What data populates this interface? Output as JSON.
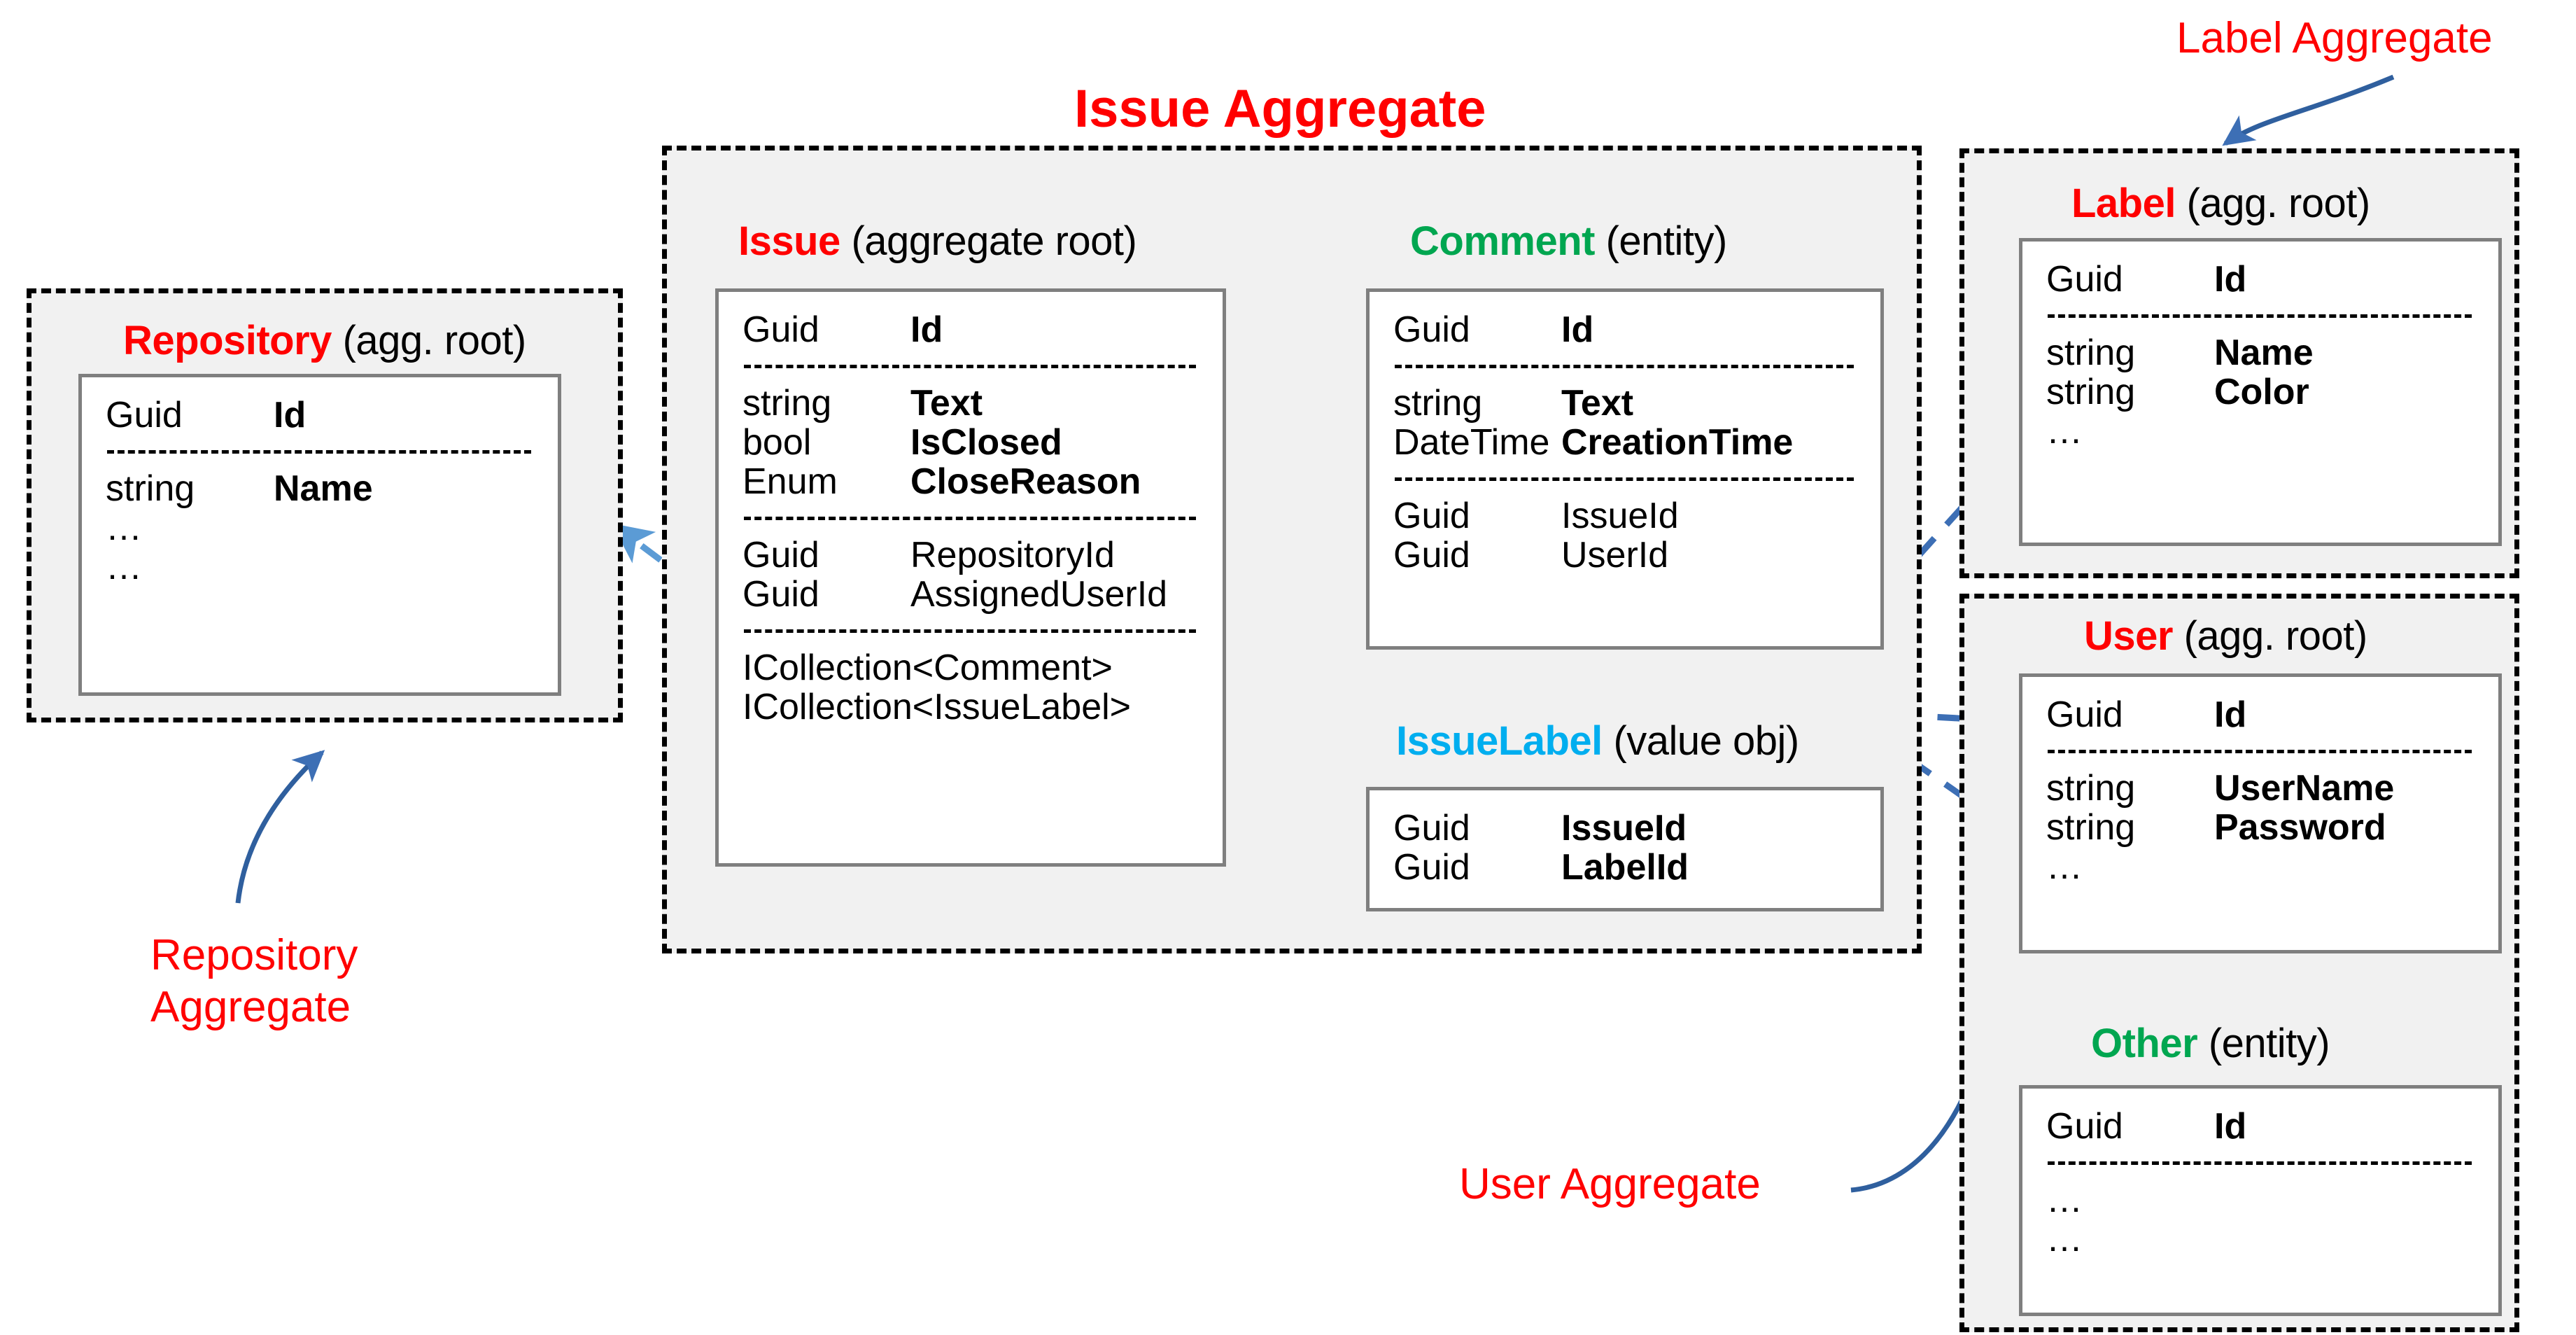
{
  "diagram": {
    "title": "Issue Aggregate",
    "annotations": {
      "repository_aggregate": "Repository\nAggregate",
      "label_aggregate": "Label Aggregate",
      "user_aggregate": "User Aggregate"
    },
    "colors": {
      "aggregate_root": "#ff0000",
      "entity": "#00a650",
      "value_object": "#00aeef",
      "arrow_light": "#5b9bd5",
      "arrow_dark": "#3d6fb5",
      "container_fill": "#f1f1f1",
      "card_border": "#7f7f7f"
    }
  },
  "entities": {
    "repository": {
      "name": "Repository",
      "kind": "(agg. root)",
      "groups": [
        [
          {
            "type": "Guid",
            "field": "Id",
            "bold": true
          }
        ],
        [
          {
            "type": "string",
            "field": "Name",
            "bold": true
          },
          {
            "type": "…",
            "field": "",
            "bold": false
          },
          {
            "type": "…",
            "field": "",
            "bold": false
          }
        ]
      ]
    },
    "issue": {
      "name": "Issue",
      "kind": "(aggregate root)",
      "groups": [
        [
          {
            "type": "Guid",
            "field": "Id",
            "bold": true
          }
        ],
        [
          {
            "type": "string",
            "field": "Text",
            "bold": true
          },
          {
            "type": "bool",
            "field": "IsClosed",
            "bold": true
          },
          {
            "type": "Enum",
            "field": "CloseReason",
            "bold": true
          }
        ],
        [
          {
            "type": "Guid",
            "field": "RepositoryId",
            "bold": false
          },
          {
            "type": "Guid",
            "field": "AssignedUserId",
            "bold": false
          }
        ],
        [
          {
            "type": "ICollection<Comment>",
            "field": "",
            "bold": false,
            "wide": true
          },
          {
            "type": "ICollection<IssueLabel>",
            "field": "",
            "bold": false,
            "wide": true
          }
        ]
      ]
    },
    "comment": {
      "name": "Comment",
      "kind": "(entity)",
      "groups": [
        [
          {
            "type": "Guid",
            "field": "Id",
            "bold": true
          }
        ],
        [
          {
            "type": "string",
            "field": "Text",
            "bold": true
          },
          {
            "type": "DateTime",
            "field": "CreationTime",
            "bold": true
          }
        ],
        [
          {
            "type": "Guid",
            "field": "IssueId",
            "bold": false
          },
          {
            "type": "Guid",
            "field": "UserId",
            "bold": false
          }
        ]
      ]
    },
    "issuelabel": {
      "name": "IssueLabel",
      "kind": "(value obj)",
      "groups": [
        [
          {
            "type": "Guid",
            "field": "IssueId",
            "bold": true
          },
          {
            "type": "Guid",
            "field": "LabelId",
            "bold": true
          }
        ]
      ]
    },
    "label": {
      "name": "Label",
      "kind": "(agg. root)",
      "groups": [
        [
          {
            "type": "Guid",
            "field": "Id",
            "bold": true
          }
        ],
        [
          {
            "type": "string",
            "field": "Name",
            "bold": true
          },
          {
            "type": "string",
            "field": "Color",
            "bold": true
          },
          {
            "type": "…",
            "field": "",
            "bold": false
          }
        ]
      ]
    },
    "user": {
      "name": "User",
      "kind": "(agg. root)",
      "groups": [
        [
          {
            "type": "Guid",
            "field": "Id",
            "bold": true
          }
        ],
        [
          {
            "type": "string",
            "field": "UserName",
            "bold": true
          },
          {
            "type": "string",
            "field": "Password",
            "bold": true
          },
          {
            "type": "…",
            "field": "",
            "bold": false
          }
        ]
      ]
    },
    "other": {
      "name": "Other",
      "kind": "(entity)",
      "groups": [
        [
          {
            "type": "Guid",
            "field": "Id",
            "bold": true
          }
        ],
        [
          {
            "type": "…",
            "field": "",
            "bold": false
          },
          {
            "type": "…",
            "field": "",
            "bold": false
          }
        ]
      ]
    }
  }
}
